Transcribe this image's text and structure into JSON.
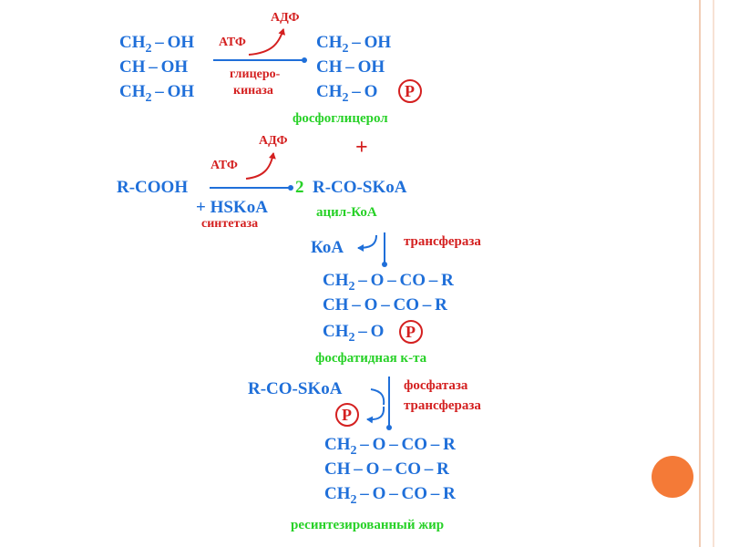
{
  "colors": {
    "formula": "#1f6fd9",
    "label": "#d42020",
    "product": "#27d127",
    "frame_inner": "#f1cdb6",
    "frame_outer": "#f7e2d5",
    "dot": "#f47a37"
  },
  "step1": {
    "left": [
      {
        "a": "CH",
        "sub": "2",
        "b": "OH"
      },
      {
        "a": "CH",
        "sub": "",
        "b": "OH"
      },
      {
        "a": "CH",
        "sub": "2",
        "b": "OH"
      }
    ],
    "atp": "АТФ",
    "adp": "АДФ",
    "enzyme_1": "глицеро-",
    "enzyme_2": "киназа",
    "right": [
      {
        "a": "CH",
        "sub": "2",
        "b": "OH"
      },
      {
        "a": "CH",
        "sub": "",
        "b": "OH"
      },
      {
        "a": "CH",
        "sub": "2",
        "b": "O"
      }
    ],
    "phosphate": "P",
    "product": "фосфоглицерол"
  },
  "plus": "+",
  "step2": {
    "adp": "АДФ",
    "atp": "АТФ",
    "reactant": "R-COOH",
    "cofactor": "+ HSKoA",
    "enzyme": "синтетаза",
    "coef": "2",
    "product_formula": "R-CO-SKoA",
    "product": "ацил-КоА"
  },
  "step3": {
    "released": "КоА",
    "enzyme": "трансфераза",
    "rows": [
      {
        "a": "CH",
        "sub": "2",
        "b": "O",
        "c": "CO",
        "d": "R"
      },
      {
        "a": "CH",
        "sub": "",
        "b": "O",
        "c": "CO",
        "d": "R"
      },
      {
        "a": "CH",
        "sub": "2",
        "b": "O"
      }
    ],
    "phosphate": "P",
    "product": "фосфатидная к-та"
  },
  "step4": {
    "reactant": "R-CO-SKoA",
    "phosphate": "P",
    "enzyme_1": "фосфатаза",
    "enzyme_2": "трансфераза",
    "rows": [
      {
        "a": "CH",
        "sub": "2",
        "b": "O",
        "c": "CO",
        "d": "R"
      },
      {
        "a": "CH",
        "sub": "",
        "b": "O",
        "c": "CO",
        "d": "R"
      },
      {
        "a": "CH",
        "sub": "2",
        "b": "O",
        "c": "CO",
        "d": "R"
      }
    ],
    "product": "ресинтезированный жир"
  }
}
